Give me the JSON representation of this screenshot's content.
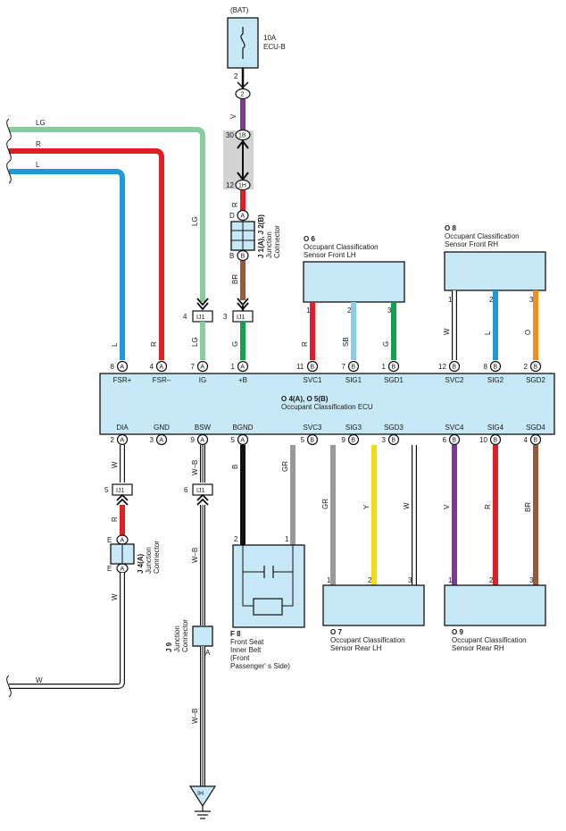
{
  "colors": {
    "LG": "#86cda0",
    "R": "#e01e26",
    "L": "#1e9bd7",
    "V": "#7b3a96",
    "G": "#14a14b",
    "BR": "#9a5a3a",
    "SB": "#86cdee",
    "O": "#f0901c",
    "GR": "#9a9a9a",
    "Y": "#f4dc12",
    "B": "#111111",
    "box": "#c6e8f7"
  },
  "fuse": {
    "supply": "(BAT)",
    "rating": "10A",
    "name": "ECU-B",
    "pin": "2",
    "connector": "2"
  },
  "junction_1": {
    "pin_top": "30",
    "pin_bottom": "12",
    "conn_top": "1B",
    "conn_bottom": "1H"
  },
  "junction_j1": {
    "code": "J 1(A), J 2(B)",
    "name_line1": "Junction",
    "name_line2": "Connector",
    "pin_top": "D",
    "pin_bottom": "B",
    "conn_top": "A",
    "conn_bottom": "B",
    "wire_top": "R",
    "wire_bottom": "BR"
  },
  "left_wires": [
    "LG",
    "R",
    "L"
  ],
  "ij1": {
    "label": "IJ1",
    "pin_ig": "4",
    "pin_b": "3",
    "pin_dia": "5",
    "pin_gnd": "6"
  },
  "ecu": {
    "title": "O 4(A), O 5(B)",
    "name": "Occupant Classification ECU",
    "top_terminals": [
      {
        "name": "FSR+",
        "pin": "8",
        "conn": "A"
      },
      {
        "name": "FSR–",
        "pin": "4",
        "conn": "A"
      },
      {
        "name": "IG",
        "pin": "7",
        "conn": "A"
      },
      {
        "name": "+B",
        "pin": "1",
        "conn": "A"
      },
      {
        "name": "SVC1",
        "pin": "11",
        "conn": "B"
      },
      {
        "name": "SIG1",
        "pin": "7",
        "conn": "B"
      },
      {
        "name": "SGD1",
        "pin": "1",
        "conn": "B"
      },
      {
        "name": "SVC2",
        "pin": "12",
        "conn": "B"
      },
      {
        "name": "SIG2",
        "pin": "8",
        "conn": "B"
      },
      {
        "name": "SGD2",
        "pin": "2",
        "conn": "B"
      }
    ],
    "bottom_terminals": [
      {
        "name": "DIA",
        "pin": "2",
        "conn": "A"
      },
      {
        "name": "GND",
        "pin": "3",
        "conn": "A"
      },
      {
        "name": "BSW",
        "pin": "9",
        "conn": "A"
      },
      {
        "name": "BGND",
        "pin": "5",
        "conn": "A"
      },
      {
        "name": "SVC3",
        "pin": "5",
        "conn": "B"
      },
      {
        "name": "SIG3",
        "pin": "9",
        "conn": "B"
      },
      {
        "name": "SGD3",
        "pin": "3",
        "conn": "B"
      },
      {
        "name": "SVC4",
        "pin": "6",
        "conn": "B"
      },
      {
        "name": "SIG4",
        "pin": "10",
        "conn": "B"
      },
      {
        "name": "SGD4",
        "pin": "4",
        "conn": "B"
      }
    ]
  },
  "top_wire_labels": [
    "L",
    "R",
    "LG",
    "G",
    "R",
    "SB",
    "G",
    "W",
    "L",
    "O"
  ],
  "upper_wire_labels": {
    "lg": "LG",
    "v": "V",
    "g": "G"
  },
  "bottom_wire_labels": [
    "W",
    "W–B",
    "B",
    "GR",
    "GR",
    "Y",
    "W",
    "V",
    "R",
    "BR"
  ],
  "sensor_o6": {
    "code": "O 6",
    "line1": "Occupant Classification",
    "line2": "Sensor Front LH",
    "pins": [
      "1",
      "2",
      "3"
    ]
  },
  "sensor_o8": {
    "code": "O 8",
    "line1": "Occupant Classification",
    "line2": "Sensor Front RH",
    "pins": [
      "1",
      "2",
      "3"
    ]
  },
  "sensor_o7": {
    "code": "O 7",
    "line1": "Occupant Classification",
    "line2": "Sensor Rear LH",
    "pins": [
      "1",
      "2",
      "3"
    ]
  },
  "sensor_o9": {
    "code": "O 9",
    "line1": "Occupant Classification",
    "line2": "Sensor Rear RH",
    "pins": [
      "1",
      "2",
      "3"
    ]
  },
  "belt_f8": {
    "code": "F 8",
    "line1": "Front Seat",
    "line2": "Inner Belt",
    "line3": "(Front",
    "line4": "Passenger' s Side)",
    "pins": [
      "2",
      "1"
    ]
  },
  "junction_j4": {
    "code": "J 4(A)",
    "name_line1": "Junction",
    "name_line2": "Connector",
    "pin_top": "E",
    "pin_bottom": "E",
    "conn": "A",
    "wire_mid": "R",
    "wire_bottom": "W"
  },
  "junction_j9": {
    "code": "J 9",
    "name_line1": "Junction",
    "name_line2": "Connector",
    "pin_top": "A",
    "pin_bottom": "A",
    "wire_mid": "W–B",
    "wire_bottom": "W–B"
  },
  "dia_exit_wire": "W",
  "ground": {
    "label": "IH"
  }
}
